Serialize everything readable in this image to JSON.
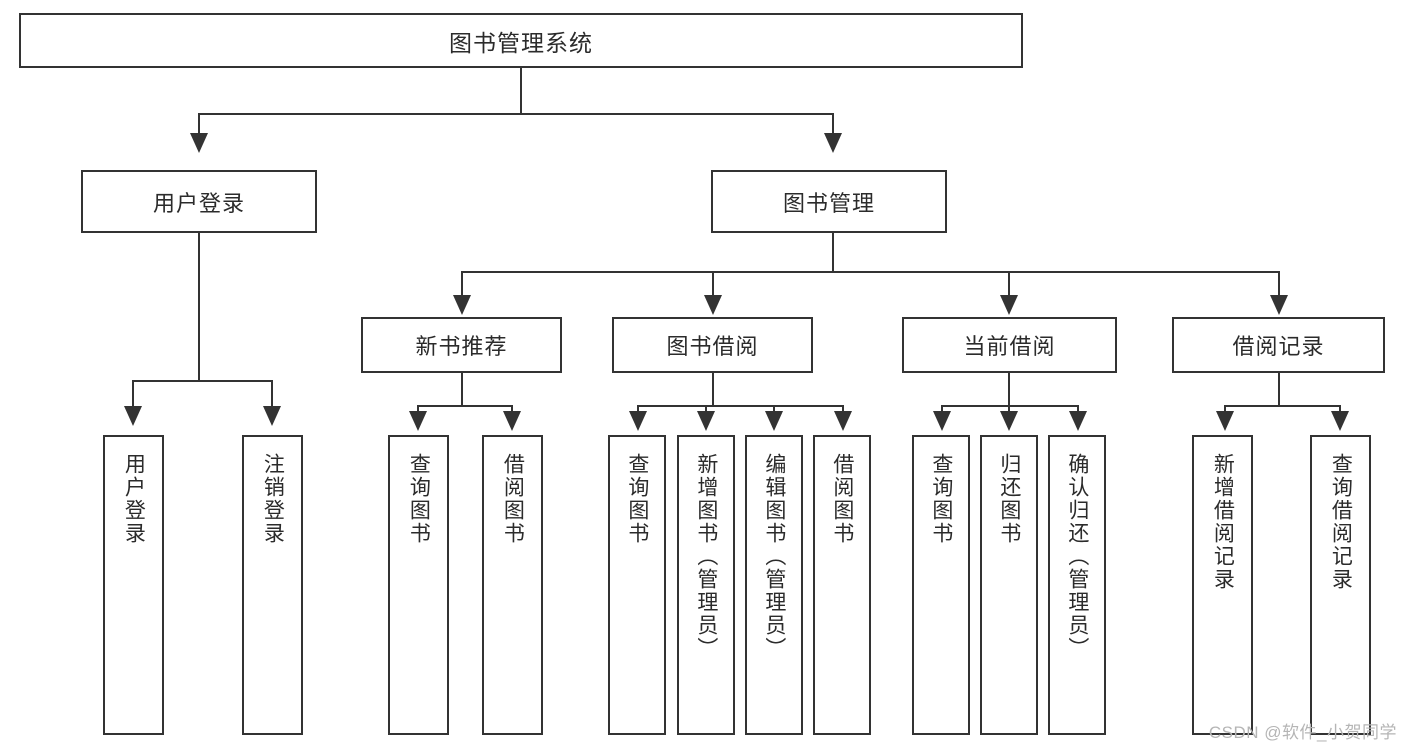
{
  "diagram": {
    "title": "图书管理系统",
    "watermark": "CSDN @软件_小贺同学",
    "level2": [
      {
        "label": "用户登录"
      },
      {
        "label": "图书管理"
      }
    ],
    "level3": [
      {
        "label": "新书推荐"
      },
      {
        "label": "图书借阅"
      },
      {
        "label": "当前借阅"
      },
      {
        "label": "借阅记录"
      }
    ],
    "leaves": {
      "user_login": [
        {
          "label": "用户登录"
        },
        {
          "label": "注销登录"
        }
      ],
      "new_book": [
        {
          "label": "查询图书"
        },
        {
          "label": "借阅图书"
        }
      ],
      "borrow_book": [
        {
          "label": "查询图书"
        },
        {
          "label": "新增图书（管理员）"
        },
        {
          "label": "编辑图书（管理员）"
        },
        {
          "label": "借阅图书"
        }
      ],
      "current_borrow": [
        {
          "label": "查询图书"
        },
        {
          "label": "归还图书"
        },
        {
          "label": "确认归还（管理员）"
        }
      ],
      "borrow_record": [
        {
          "label": "新增借阅记录"
        },
        {
          "label": "查询借阅记录"
        }
      ]
    }
  }
}
